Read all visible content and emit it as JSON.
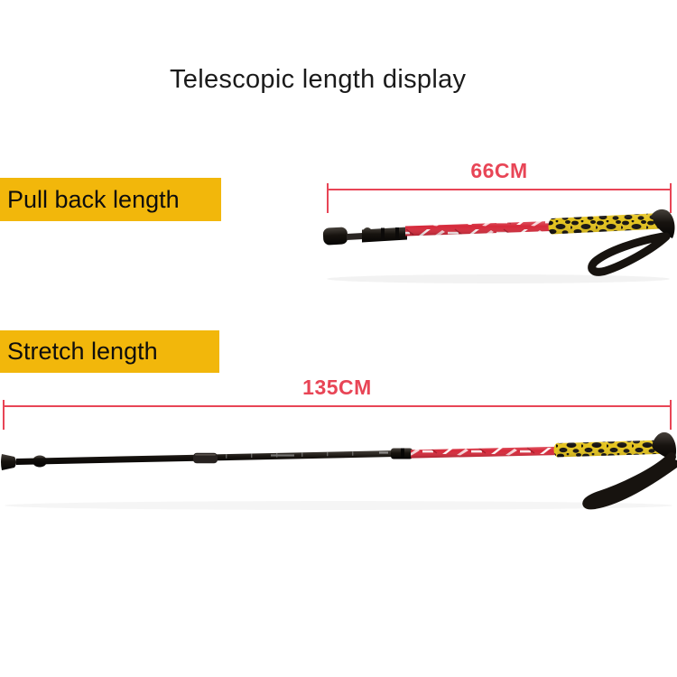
{
  "page": {
    "title": "Telescopic length display"
  },
  "collapsed_section": {
    "label": "Pull back length",
    "measurement_value": "66CM"
  },
  "extended_section": {
    "label": "Stretch length",
    "measurement_value": "135CM"
  },
  "colors": {
    "background": "#FFFFFF",
    "title_text": "#1A1A1A",
    "label_bg": "#F2B70B",
    "label_text": "#0E0E0E",
    "measure_red": "#E84556",
    "pole_red": "#D6293A",
    "grip_yellow": "#E4C31E",
    "pole_black": "#1B1816"
  }
}
